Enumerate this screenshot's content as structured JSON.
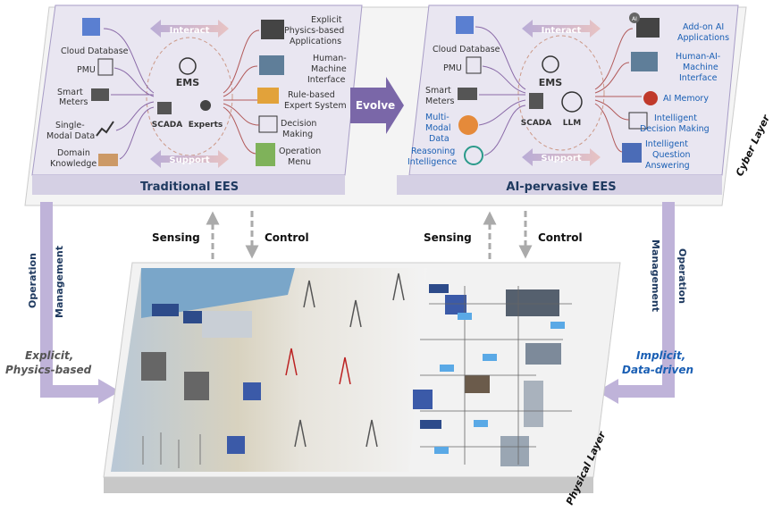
{
  "traditional": {
    "title": "Traditional EES",
    "interact": "Interact",
    "support": "Support",
    "center": {
      "ems": "EMS",
      "scada": "SCADA",
      "experts": "Experts"
    },
    "left": {
      "cloud": "Cloud Database",
      "pmu": "PMU",
      "smart1": "Smart",
      "smart2": "Meters",
      "single1": "Single-",
      "single2": "Modal Data",
      "domain1": "Domain",
      "domain2": "Knowledge"
    },
    "right": {
      "explicit1": "Explicit",
      "explicit2": "Physics-based",
      "explicit3": "Applications",
      "hmi1": "Human-",
      "hmi2": "Machine",
      "hmi3": "Interface",
      "rule1": "Rule-based",
      "rule2": "Expert System",
      "dec1": "Decision",
      "dec2": "Making",
      "op1": "Operation",
      "op2": "Menu"
    }
  },
  "ai": {
    "title": "AI-pervasive EES",
    "interact": "Interact",
    "support": "Support",
    "center": {
      "ems": "EMS",
      "scada": "SCADA",
      "llm": "LLM"
    },
    "left": {
      "cloud": "Cloud Database",
      "pmu": "PMU",
      "smart1": "Smart",
      "smart2": "Meters",
      "multi1": "Multi-",
      "multi2": "Modal",
      "multi3": "Data",
      "reason1": "Reasoning",
      "reason2": "Intelligence"
    },
    "right": {
      "addon1": "Add-on AI",
      "addon2": "Applications",
      "hai1": "Human-AI-",
      "hai2": "Machine",
      "hai3": "Interface",
      "mem": "AI Memory",
      "idm1": "Intelligent",
      "idm2": "Decision Making",
      "iqa1": "Intelligent",
      "iqa2": "Question",
      "iqa3": "Answering",
      "ai_badge": "AI"
    }
  },
  "evolve": "Evolve",
  "sensing_left": "Sensing",
  "control_left": "Control",
  "sensing_right": "Sensing",
  "control_right": "Control",
  "left_side": {
    "operation": "Operation",
    "management": "Management",
    "note1": "Explicit,",
    "note2": "Physics-based"
  },
  "right_side": {
    "operation": "Operation",
    "management": "Management",
    "note1": "Implicit,",
    "note2": "Data-driven"
  },
  "cyber_layer": "Cyber Layer",
  "physical_layer": "Physical Layer",
  "colors": {
    "panel": "#e9e6f1",
    "panel_edge": "#a79cc6",
    "evolve": "#7a67a8",
    "arrow": "#bfb3d9",
    "accent_blue": "#1a5fb4",
    "dark_title": "#1f3a60"
  }
}
